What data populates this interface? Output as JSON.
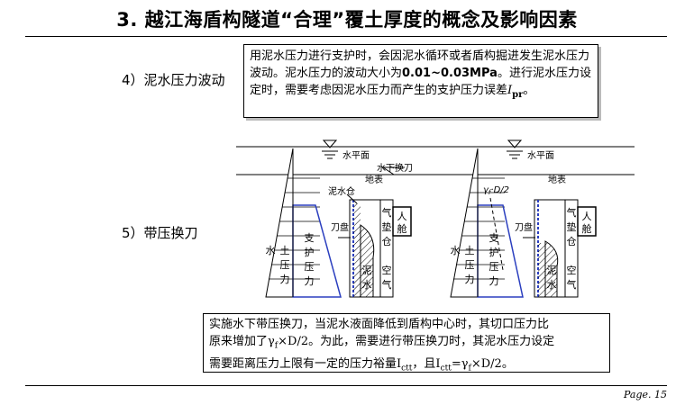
{
  "header": {
    "title": "3. 越江海盾构隧道“合理”覆土厚度的概念及影响因素"
  },
  "section4": {
    "label": "4）泥水压力波动",
    "text_a": "用泥水压力进行支护时，会因泥水循环或者盾构掘进发生泥水压力波动。泥水压力的波动大小为",
    "text_value": "0.01~0.03MPa",
    "text_b": "。进行泥水压力设定时，需要考虑因泥水压力而产生的支护压力误差",
    "symbol": "I",
    "symbol_sub": "pr",
    "text_end": "。"
  },
  "section5": {
    "label": "5）带压换刀",
    "line1": "实施水下带压换刀，当泥水液面降低到盾构中心时，其切口压力比",
    "line2_a": "原来增加了γ",
    "line2_sub": "f",
    "line2_b": "×D/2。为此，需要进行带压换刀时，其泥水压力设定",
    "line3_a": "需要距离压力上限有一定的压力裕量I",
    "line3_sub1": "ctt",
    "line3_b": "，且I",
    "line3_sub2": "ctt",
    "line3_c": "=γ",
    "line3_sub3": "f",
    "line3_d": "×D/2。"
  },
  "diagram": {
    "water_level": "水平面",
    "ground": "地表",
    "change_tool": "水下换刀",
    "slurry_chamber": "泥水仓",
    "gamma_label": "γ",
    "gamma_sub": "f",
    "gamma_rest": "·D/2",
    "cutter_disc": "刀盘",
    "air_cushion": [
      "气",
      "垫",
      "仓"
    ],
    "man_lock": [
      "人",
      "舱"
    ],
    "water_soil": [
      "水",
      "土",
      "压",
      "力"
    ],
    "support": [
      "支",
      "护",
      "压",
      "力"
    ],
    "slurry": [
      "泥",
      "水"
    ],
    "air": [
      "空",
      "气"
    ]
  },
  "footer": {
    "page_label": "Page.",
    "page_number": "15"
  }
}
